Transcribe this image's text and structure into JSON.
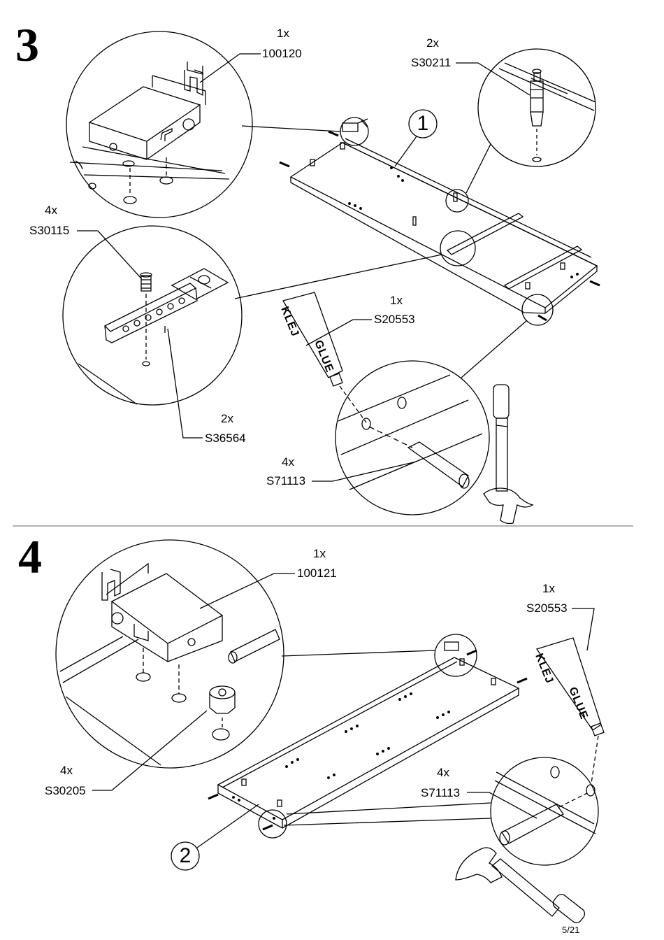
{
  "steps": [
    {
      "number": "3",
      "callout": "1",
      "parts": {
        "p100120": {
          "qty": "1x",
          "code": "100120"
        },
        "s30211": {
          "qty": "2x",
          "code": "S30211"
        },
        "s30115": {
          "qty": "4x",
          "code": "S30115"
        },
        "s20553": {
          "qty": "1x",
          "code": "S20553"
        },
        "s36564": {
          "qty": "2x",
          "code": "S36564"
        },
        "s71113": {
          "qty": "4x",
          "code": "S71113"
        }
      },
      "glue_tube": {
        "left": "KLEJ",
        "right": "GLUE"
      }
    },
    {
      "number": "4",
      "callout": "2",
      "parts": {
        "p100121": {
          "qty": "1x",
          "code": "100121"
        },
        "s20553": {
          "qty": "1x",
          "code": "S20553"
        },
        "s30205": {
          "qty": "4x",
          "code": "S30205"
        },
        "s71113": {
          "qty": "4x",
          "code": "S71113"
        }
      },
      "glue_tube": {
        "left": "KLEJ",
        "right": "GLUE"
      }
    }
  ],
  "page_number": "5/21",
  "icons": [
    "hammer-icon",
    "glue-tube-icon"
  ],
  "colors": {
    "ink": "#000000",
    "background": "#ffffff",
    "divider": "#666666"
  }
}
